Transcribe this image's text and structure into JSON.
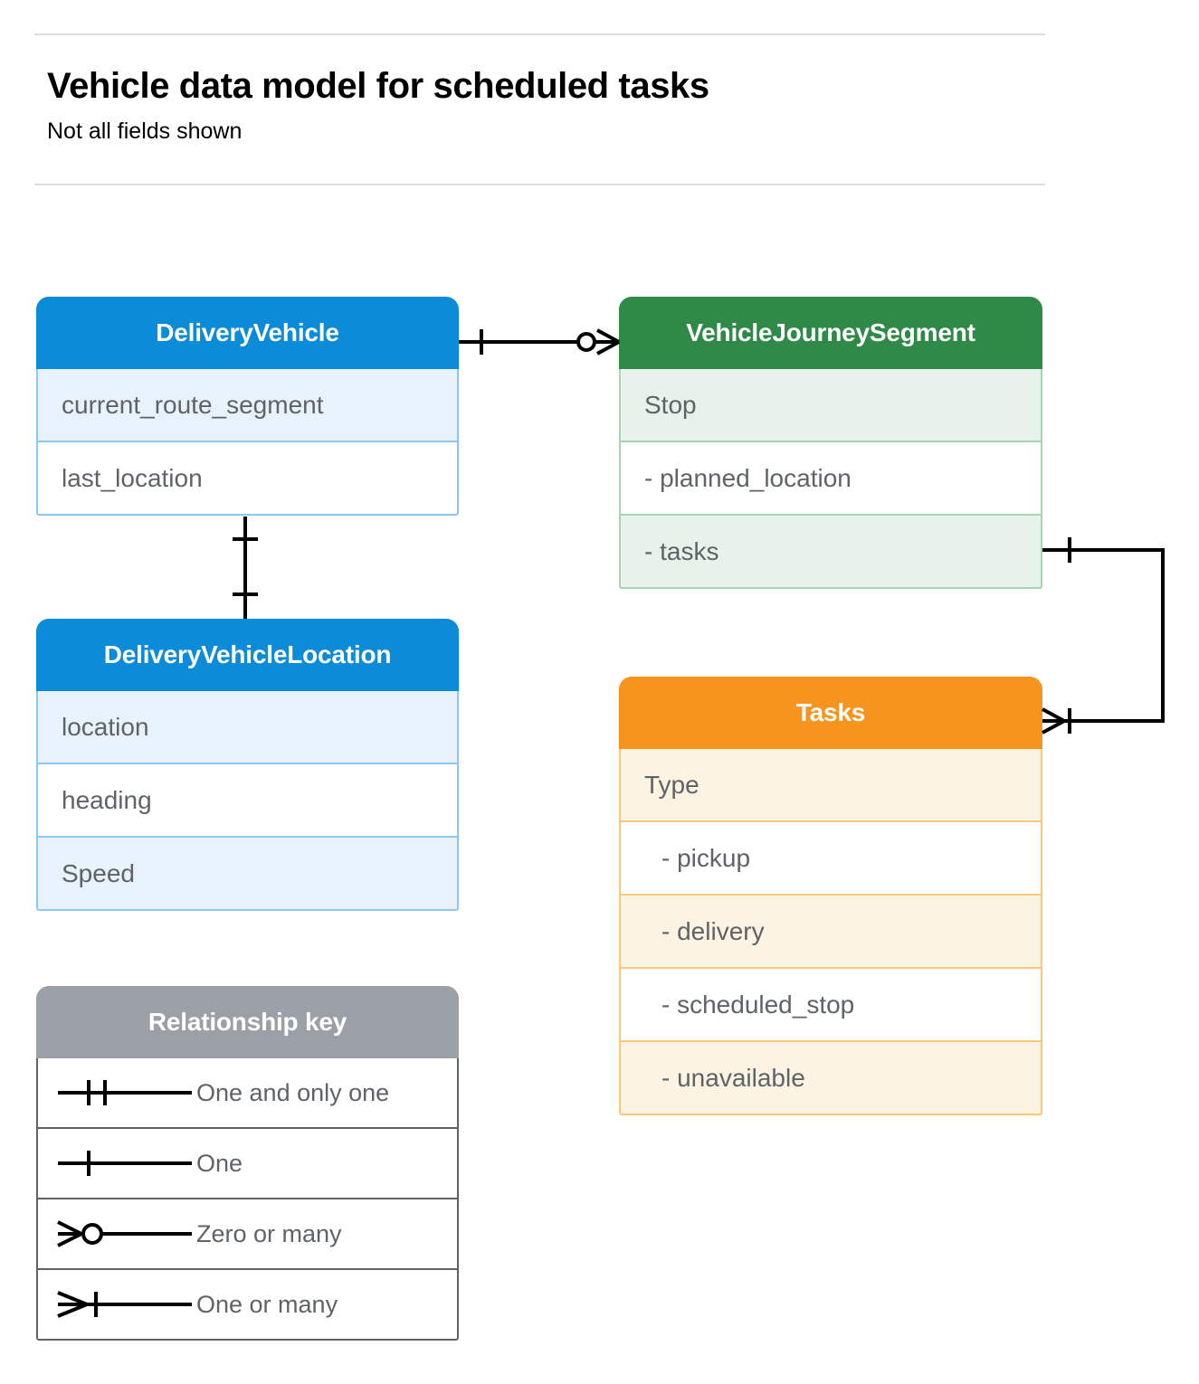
{
  "header": {
    "title": "Vehicle data model for scheduled tasks",
    "subtitle": "Not all fields shown"
  },
  "colors": {
    "blue": "#0b8bd8",
    "blue_tint": "#e8f2fc",
    "blue_border": "#8bc7ef",
    "green": "#2e8a46",
    "green_tint": "#e7f3ea",
    "green_border": "#a5d6b1",
    "orange": "#f7941e",
    "orange_tint": "#fdf3e2",
    "orange_border": "#fbc877",
    "gray": "#9aa0a6",
    "gray_tint": "#e9e9e9",
    "gray_border": "#c6c8ca",
    "text": "#5f6368",
    "rule": "#dadce0",
    "connector": "#000000"
  },
  "entities": [
    {
      "name": "DeliveryVehicle",
      "color": "blue",
      "rows": [
        {
          "label": "current_route_segment",
          "indent": false
        },
        {
          "label": "last_location",
          "indent": false
        }
      ]
    },
    {
      "name": "DeliveryVehicleLocation",
      "color": "blue",
      "rows": [
        {
          "label": "location",
          "indent": false
        },
        {
          "label": "heading",
          "indent": false
        },
        {
          "label": "Speed",
          "indent": false
        }
      ]
    },
    {
      "name": "VehicleJourneySegment",
      "color": "green",
      "rows": [
        {
          "label": "Stop",
          "indent": false
        },
        {
          "label": "-  planned_location",
          "indent": false
        },
        {
          "label": "- tasks",
          "indent": false
        }
      ]
    },
    {
      "name": "Tasks",
      "color": "orange",
      "rows": [
        {
          "label": "Type",
          "indent": false
        },
        {
          "label": "-  pickup",
          "indent": true
        },
        {
          "label": "-  delivery",
          "indent": true
        },
        {
          "label": "-  scheduled_stop",
          "indent": true
        },
        {
          "label": "-  unavailable",
          "indent": true
        }
      ]
    }
  ],
  "legend": {
    "title": "Relationship key",
    "items": [
      {
        "label": "One and only one",
        "symbol": "one-and-only-one"
      },
      {
        "label": "One",
        "symbol": "one"
      },
      {
        "label": "Zero or many",
        "symbol": "zero-or-many"
      },
      {
        "label": "One or many",
        "symbol": "one-or-many"
      }
    ]
  },
  "relationships": [
    {
      "from": "DeliveryVehicle",
      "to": "VehicleJourneySegment",
      "from_cardinality": "one",
      "to_cardinality": "zero-or-many"
    },
    {
      "from": "DeliveryVehicle",
      "to": "DeliveryVehicleLocation",
      "from_cardinality": "one",
      "to_cardinality": "one"
    },
    {
      "from": "VehicleJourneySegment.tasks",
      "to": "Tasks",
      "from_cardinality": "one",
      "to_cardinality": "one-or-many"
    }
  ]
}
